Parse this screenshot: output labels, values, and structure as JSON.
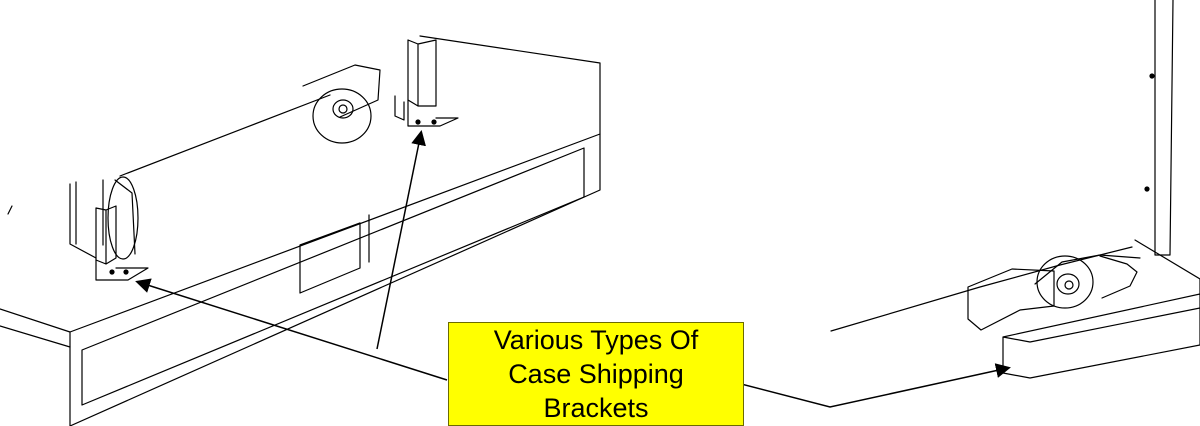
{
  "figure": {
    "background_color": "#ffffff",
    "line_color": "#000000",
    "callout": {
      "lines": [
        "Various Types Of",
        "Case Shipping",
        "Brackets"
      ],
      "background_color": "#ffff00"
    }
  }
}
